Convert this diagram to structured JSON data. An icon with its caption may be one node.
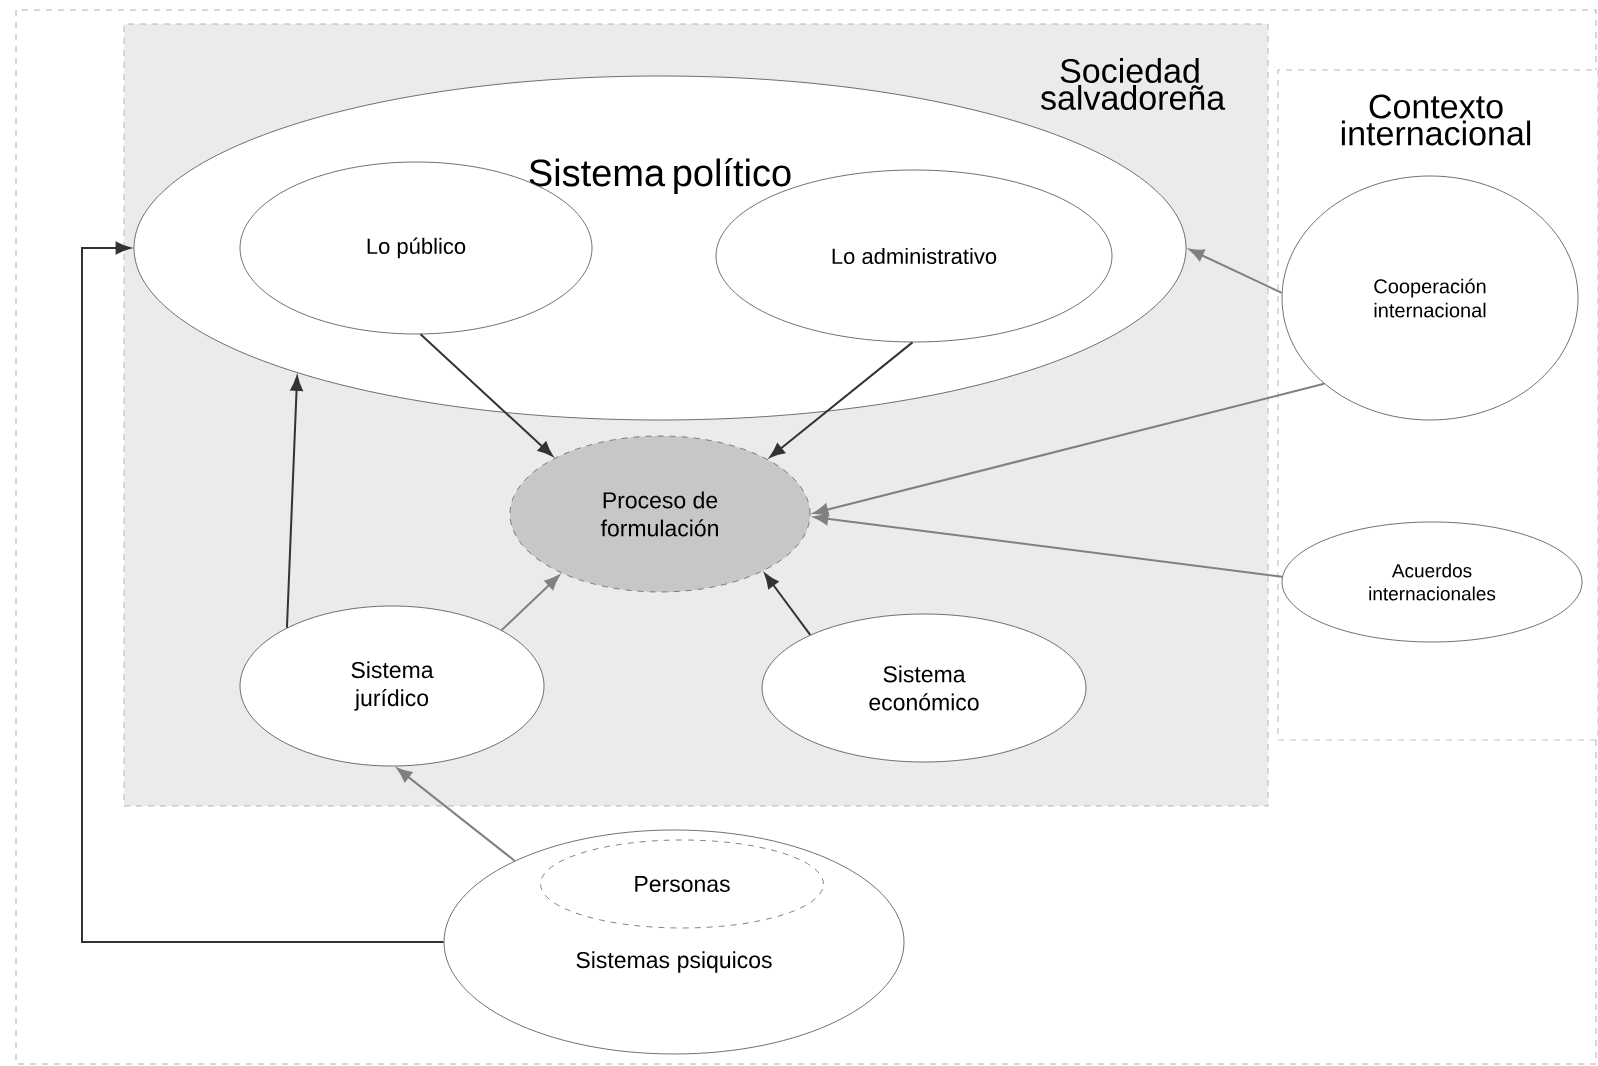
{
  "diagram": {
    "nodes": [
      {
        "text": [
          "Sociedad salvadoreña"
        ]
      },
      {
        "text": [
          "Sistema político"
        ],
        "in": 0
      },
      {
        "text": [
          "Lo público"
        ],
        "in": 1
      },
      {
        "text": [
          "Lo administrativo"
        ],
        "in": 1
      },
      {
        "text": [
          "Proceso de formulación"
        ],
        "in": 0
      },
      {
        "text": [
          "Sistema jurídico"
        ],
        "in": 0
      },
      {
        "text": [
          "Sistema económico"
        ],
        "in": 0
      },
      {
        "text": [
          "Contexto internacional"
        ]
      },
      {
        "text": [
          "Cooperación internacional"
        ],
        "in": 7
      },
      {
        "text": [
          "Acuerdos internacionales"
        ],
        "in": 7
      },
      {
        "text": [
          "Sistemas psiquicos"
        ]
      },
      {
        "text": [
          "Personas"
        ],
        "in": 10
      }
    ],
    "edges": [
      {
        "from": 2,
        "to": 4,
        "arrow": "to"
      },
      {
        "from": 3,
        "to": 4,
        "arrow": "to"
      },
      {
        "from": 8,
        "to": 1,
        "arrow": "to",
        "color": "#808080"
      },
      {
        "from": 8,
        "to": 4,
        "arrow": "to",
        "color": "#808080"
      },
      {
        "from": 9,
        "to": 4,
        "arrow": "to",
        "color": "#808080"
      },
      {
        "from": 5,
        "to": 1,
        "arrow": "to"
      },
      {
        "from": 5,
        "to": 4,
        "arrow": "to",
        "color": "#808080"
      },
      {
        "from": 6,
        "to": 4,
        "arrow": "to"
      },
      {
        "from": 10,
        "to": 5,
        "arrow": "to",
        "color": "#808080"
      },
      {
        "from": 10,
        "to": 1,
        "arrow": "to"
      }
    ]
  }
}
